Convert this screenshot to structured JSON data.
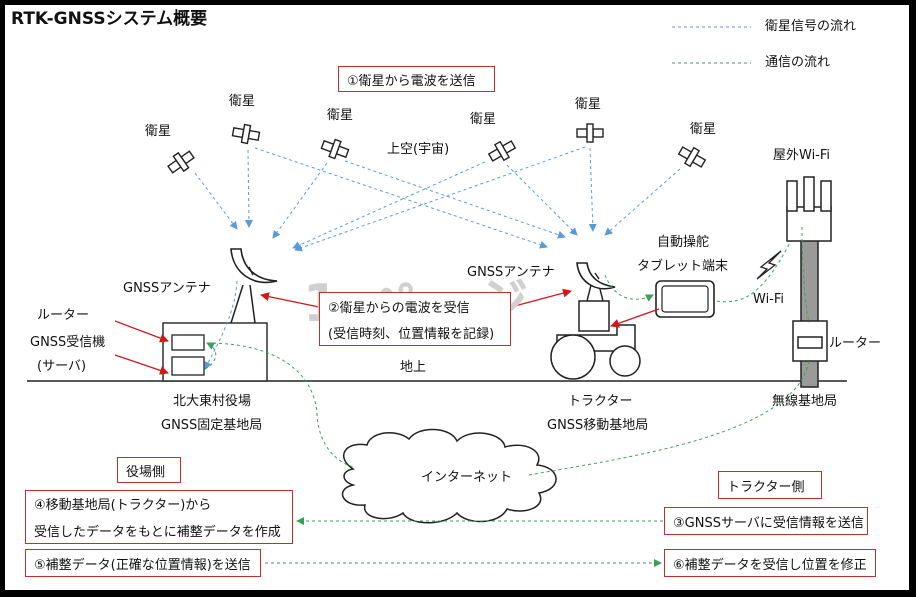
{
  "title": "RTK-GNSSシステム概要",
  "legend": {
    "satellite_flow": "衛星信号の流れ",
    "comm_flow": "通信の流れ",
    "colors": {
      "satellite": "#5b9bd5",
      "comm": "#3aa05a",
      "callout": "#c0302a"
    }
  },
  "labels": {
    "satellite": "衛星",
    "sky": "上空(宇宙)",
    "ground": "地上",
    "gnss_antenna": "GNSSアンテナ",
    "router": "ルーター",
    "gnss_receiver": "GNSS受信機",
    "server": "(サーバ)",
    "base_station_name": "北大東村役場",
    "base_station_type": "GNSS固定基地局",
    "tractor": "トラクター",
    "mobile_station": "GNSS移動基地局",
    "tablet_line1": "自動操舵",
    "tablet_line2": "タブレット端末",
    "outdoor_wifi": "屋外Wi-Fi",
    "wifi": "Wi-Fi",
    "router_right": "ルーター",
    "wireless_station": "無線基地局",
    "internet": "インターネット",
    "watermark": "1 ページ"
  },
  "callouts": {
    "step1": "①衛星から電波を送信",
    "step2_line1": "②衛星からの電波を受信",
    "step2_line2": "(受信時刻、位置情報を記録)",
    "office_side": "役場側",
    "tractor_side": "トラクター側",
    "step3": "③GNSSサーバに受信情報を送信",
    "step4_line1": "④移動基地局(トラクター)から",
    "step4_line2": "受信したデータをもとに補整データを作成",
    "step5": "⑤補整データ(正確な位置情報)を送信",
    "step6": "⑥補整データを受信し位置を修正"
  }
}
